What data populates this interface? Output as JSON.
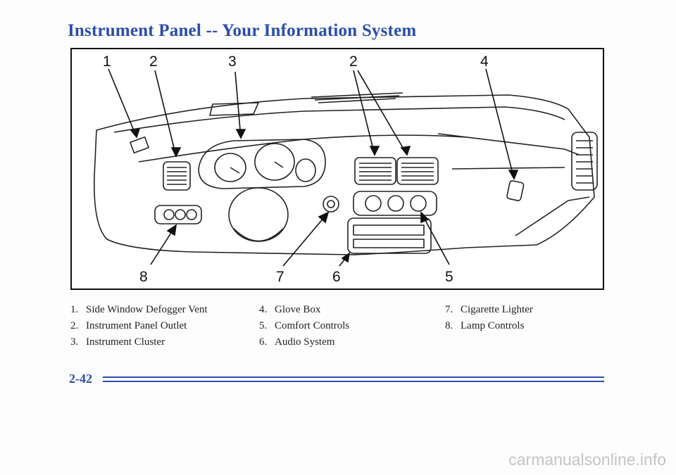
{
  "page": {
    "title": "Instrument Panel -- Your Information System",
    "page_number": "2-42",
    "watermark": "carmanualsonline.info"
  },
  "figure": {
    "callouts": [
      "1",
      "2",
      "3",
      "2",
      "4",
      "8",
      "7",
      "6",
      "5"
    ]
  },
  "legend": {
    "columns": [
      [
        {
          "num": "1.",
          "label": "Side Window Defogger Vent"
        },
        {
          "num": "2.",
          "label": "Instrument Panel Outlet"
        },
        {
          "num": "3.",
          "label": "Instrument Cluster"
        }
      ],
      [
        {
          "num": "4.",
          "label": "Glove Box"
        },
        {
          "num": "5.",
          "label": "Comfort Controls"
        },
        {
          "num": "6.",
          "label": "Audio System"
        }
      ],
      [
        {
          "num": "7.",
          "label": "Cigarette Lighter"
        },
        {
          "num": "8.",
          "label": "Lamp Controls"
        }
      ]
    ]
  }
}
